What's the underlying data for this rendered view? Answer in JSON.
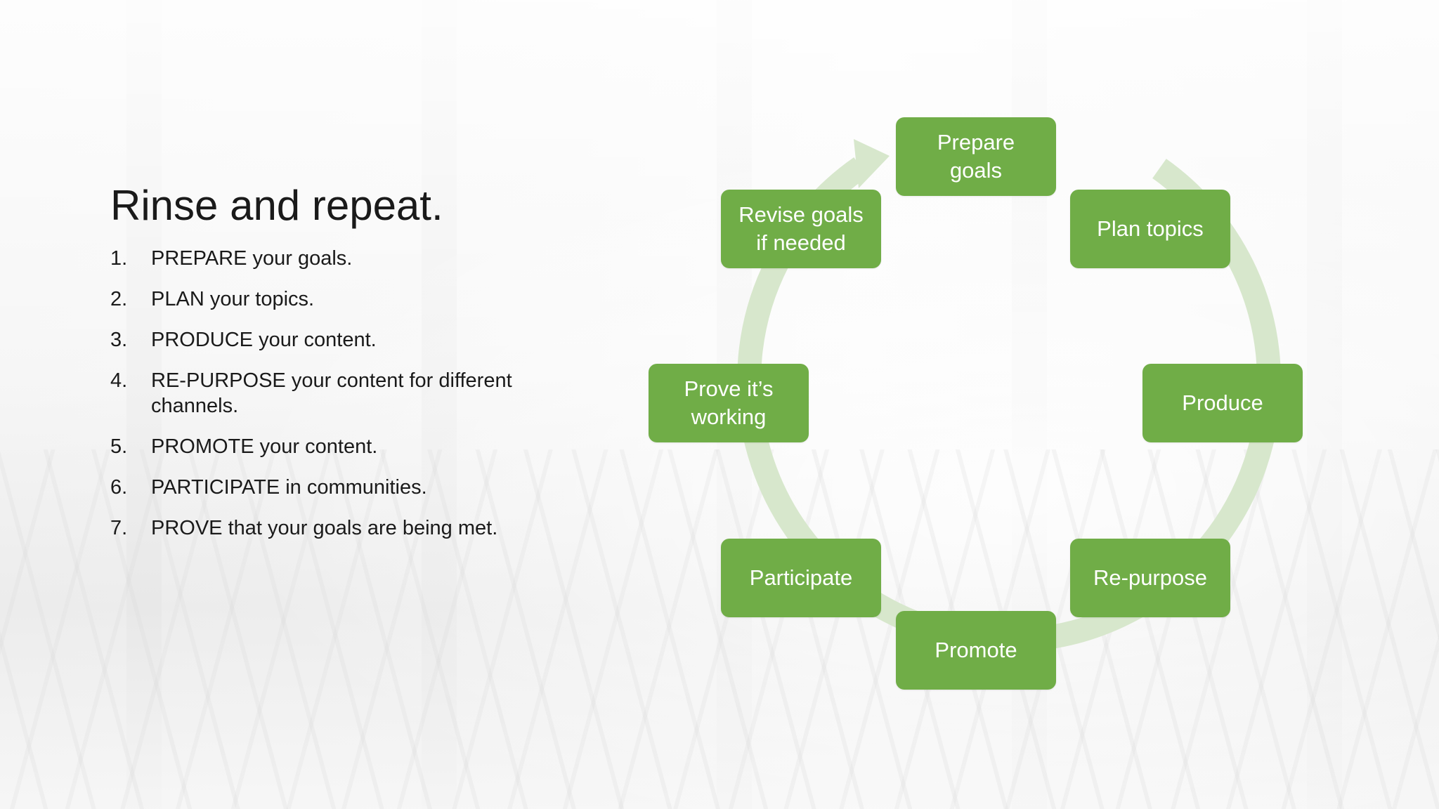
{
  "slide": {
    "title": "Rinse and repeat.",
    "steps": [
      {
        "num": "1.",
        "text": "PREPARE your goals."
      },
      {
        "num": "2.",
        "text": "PLAN your topics."
      },
      {
        "num": "3.",
        "text": "PRODUCE your content."
      },
      {
        "num": "4.",
        "text": "RE-PURPOSE your content for different channels."
      },
      {
        "num": "5.",
        "text": "PROMOTE your content."
      },
      {
        "num": "6.",
        "text": "PARTICIPATE in communities."
      },
      {
        "num": "7.",
        "text": "PROVE that your goals are being met."
      }
    ]
  },
  "cycle": {
    "colors": {
      "node": "#70ad47",
      "arrow": "#d7e7cc",
      "text": "#ffffff"
    },
    "nodes": [
      {
        "id": "prepare-goals",
        "label": "Prepare\ngoals"
      },
      {
        "id": "plan-topics",
        "label": "Plan topics"
      },
      {
        "id": "produce",
        "label": "Produce"
      },
      {
        "id": "re-purpose",
        "label": "Re-purpose"
      },
      {
        "id": "promote",
        "label": "Promote"
      },
      {
        "id": "participate",
        "label": "Participate"
      },
      {
        "id": "prove-working",
        "label": "Prove it’s\nworking"
      },
      {
        "id": "revise-goals",
        "label": "Revise goals\nif needed"
      }
    ]
  }
}
